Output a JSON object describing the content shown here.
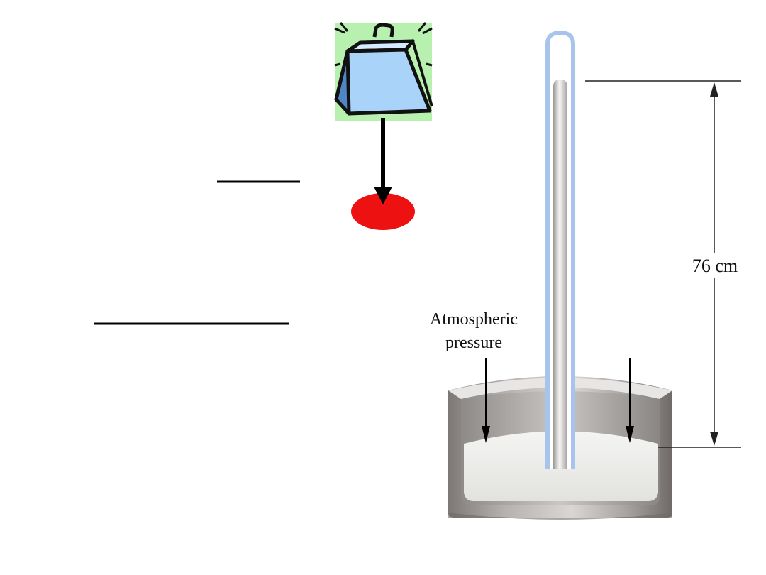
{
  "diagram": {
    "height_label": "76 cm",
    "pressure_label_line1": "Atmospheric",
    "pressure_label_line2": "pressure",
    "icons": {
      "weight": "weight-icon",
      "force_arrow": "down-arrow-icon",
      "contact_point": "red-dot-icon"
    },
    "colors": {
      "weight_background": "#b8f0b0",
      "weight_body": "#a9d3f8",
      "weight_side": "#4f86c6",
      "contact_point": "#ee1111",
      "mercury": "#ececea",
      "dish": "#9b9795",
      "tube_glass": "#a9c4ec"
    }
  }
}
